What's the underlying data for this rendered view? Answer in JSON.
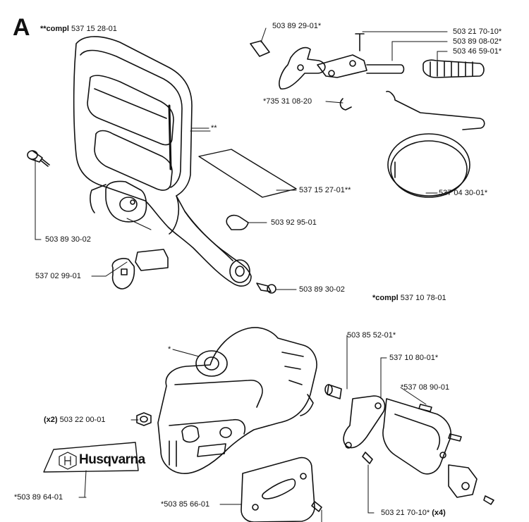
{
  "section_letter": "A",
  "headers": {
    "top_prefix": "**compl",
    "top_number": "537 15 28-01",
    "bottom_prefix": "*compl",
    "bottom_number": "537 10 78-01"
  },
  "brand": "Husqvarna",
  "parts": {
    "p_503_89_29_01": "503 89 29-01*",
    "p_503_21_70_10_top": "503 21 70-10*",
    "p_503_89_08_02": "503 89 08-02*",
    "p_503_46_59_01": "503 46 59-01*",
    "p_735_31_08_20": "*735 31 08-20",
    "p_double_star": "**",
    "p_537_15_27_01": "537 15 27-01**",
    "p_537_04_30_01": "537 04 30-01*",
    "p_503_89_30_02_left": "503 89 30-02",
    "p_503_92_95_01": "503 92 95-01",
    "p_537_02_99_01": "537 02 99-01",
    "p_503_89_30_02_bottom": "503 89 30-02",
    "p_single_star": "*",
    "p_503_85_52_01": "503 85 52-01*",
    "p_537_10_80_01": "537 10 80-01*",
    "p_537_08_90_01": "*537 08 90-01",
    "p_qty_x2": "(x2)",
    "p_503_22_00_01": "503 22 00-01",
    "p_503_89_64_01": "*503 89 64-01",
    "p_503_85_66_01": "*503 85 66-01",
    "p_503_21_70_10_bottom": "503 21 70-10*",
    "p_qty_x4": "(x4)"
  }
}
